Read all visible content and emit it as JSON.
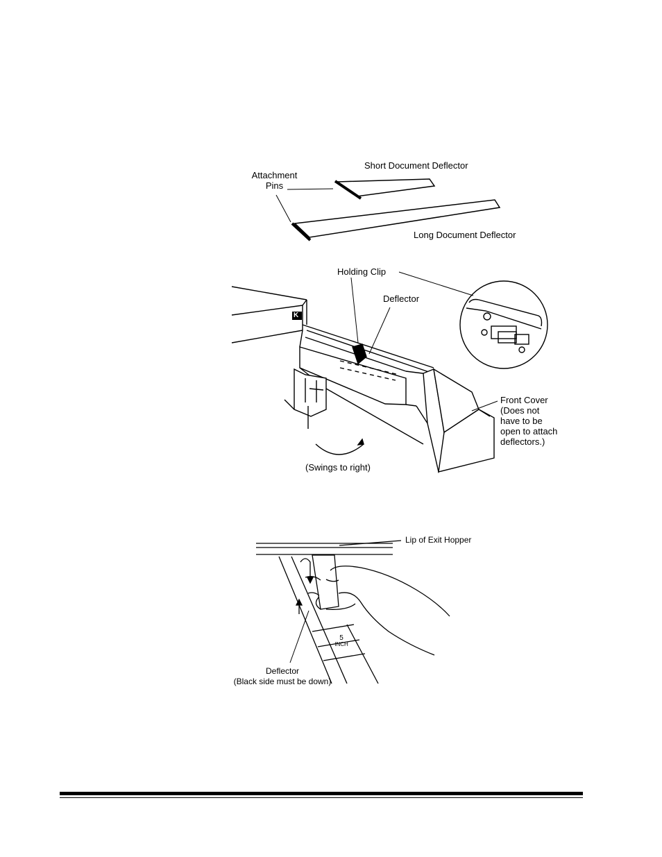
{
  "figure1": {
    "label_short": "Short Document Deflector",
    "label_pins_line1": "Attachment",
    "label_pins_line2": "Pins",
    "label_long": "Long Document Deflector"
  },
  "figure2": {
    "label_clip": "Holding Clip",
    "label_deflector": "Deflector",
    "label_cover_line1": "Front Cover",
    "label_cover_line2": "(Does not",
    "label_cover_line3": "have to be",
    "label_cover_line4": "open to attach",
    "label_cover_line5": "deflectors.)",
    "label_swing": "(Swings to right)",
    "logo_letter": "K"
  },
  "figure3": {
    "label_lip": "Lip of Exit Hopper",
    "label_deflector_line1": "Deflector",
    "label_deflector_line2": "(Black side must be down)",
    "inch_number": "5",
    "inch_unit": "INCH"
  }
}
